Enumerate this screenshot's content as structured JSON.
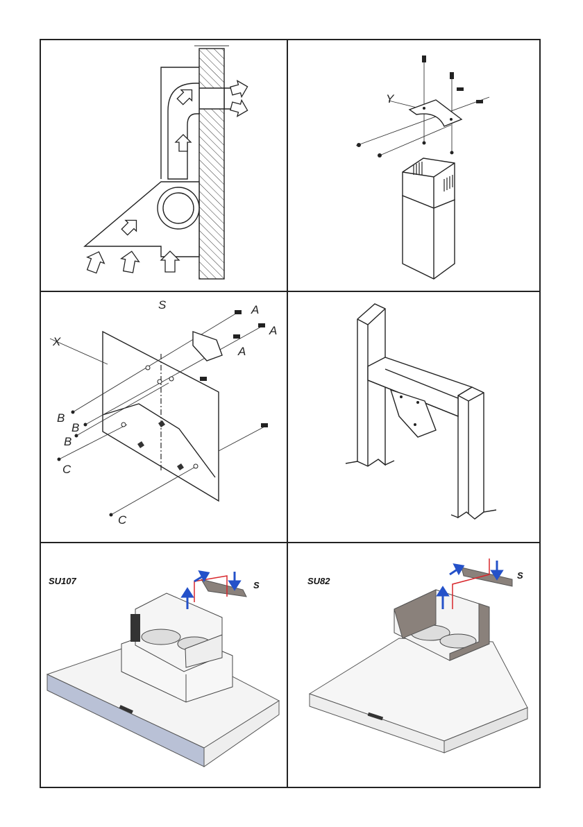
{
  "panels": [
    {
      "id": "duct-airflow",
      "labels": []
    },
    {
      "id": "chimney-bracket",
      "labels": [
        "Y"
      ]
    },
    {
      "id": "wall-mount",
      "labels": [
        "S",
        "A",
        "A",
        "A",
        "X",
        "B",
        "B",
        "B",
        "C",
        "C"
      ]
    },
    {
      "id": "beam-mount",
      "labels": []
    },
    {
      "id": "hood-su107",
      "labels": [
        "SU107",
        "S"
      ]
    },
    {
      "id": "hood-su82",
      "labels": [
        "SU82",
        "S"
      ]
    }
  ],
  "colors": {
    "frame": "#222222",
    "arrow_blue": "#2451c9",
    "line_red": "#d8262b",
    "bracket": "#8a817b",
    "hood_edge": "#b9c1d6"
  }
}
